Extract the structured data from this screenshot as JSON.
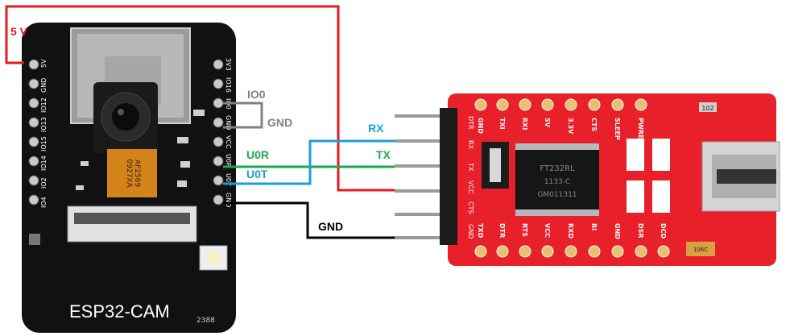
{
  "boards": {
    "esp32": {
      "name": "ESP32-CAM",
      "left_pins": [
        "5V",
        "GND",
        "IO12",
        "IO13",
        "IO15",
        "IO14",
        "IO2",
        "IO4"
      ],
      "right_pins": [
        "3V3",
        "IO16",
        "IO0",
        "GND",
        "VCC",
        "U0R",
        "U0T",
        "GND"
      ],
      "camera_text_1": "AF2569",
      "camera_text_2": "0927XA",
      "small_text": "2388"
    },
    "ftdi": {
      "chip_line_1": "FT232RL",
      "chip_line_2": "1133-C",
      "chip_line_3": "GM011311",
      "top_pins": [
        "GND",
        "TXI",
        "RXI",
        "5V",
        "3.3V",
        "CTS",
        "SLEEP",
        "PWRENTN"
      ],
      "bottom_pins": [
        "TXD",
        "DTR",
        "RTS",
        "VCC",
        "RXD",
        "RI",
        "GND",
        "DSR",
        "DCD"
      ],
      "header_pins": [
        "DTR",
        "RX",
        "TX",
        "VCC",
        "CTS",
        "GND"
      ],
      "resistor_label": "102",
      "cap_label": "106C"
    }
  },
  "wires": [
    {
      "label": "5 V",
      "color": "#e31b23"
    },
    {
      "label": "IO0",
      "color": "#808080"
    },
    {
      "label": "GND",
      "color": "#808080"
    },
    {
      "label": "U0R",
      "color": "#1fa84f"
    },
    {
      "label": "U0T",
      "color": "#1fa84f"
    },
    {
      "label": "RX",
      "color": "#1a9fd9"
    },
    {
      "label": "TX",
      "color": "#1fa84f"
    },
    {
      "label": "GND",
      "color": "#000000"
    }
  ]
}
